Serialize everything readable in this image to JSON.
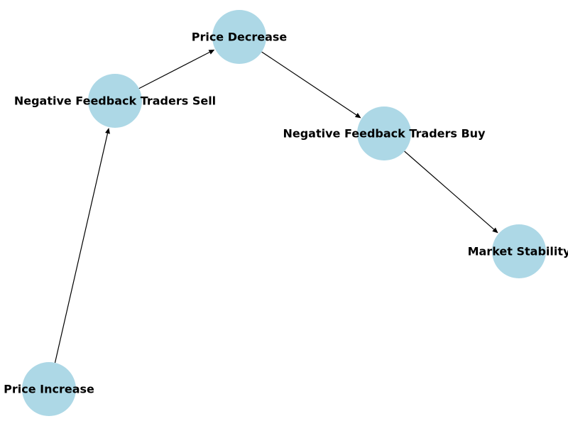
{
  "diagram": {
    "node_color": "#add8e6",
    "edge_color": "#000000",
    "nodes": [
      {
        "id": "price-increase",
        "label": "Price Increase"
      },
      {
        "id": "neg-sell",
        "label": "Negative Feedback Traders Sell"
      },
      {
        "id": "price-decrease",
        "label": "Price Decrease"
      },
      {
        "id": "neg-buy",
        "label": "Negative Feedback Traders Buy"
      },
      {
        "id": "market-stability",
        "label": "Market Stability"
      }
    ],
    "edges": [
      {
        "from": "price-increase",
        "to": "neg-sell"
      },
      {
        "from": "neg-sell",
        "to": "price-decrease"
      },
      {
        "from": "price-decrease",
        "to": "neg-buy"
      },
      {
        "from": "neg-buy",
        "to": "market-stability"
      }
    ]
  }
}
